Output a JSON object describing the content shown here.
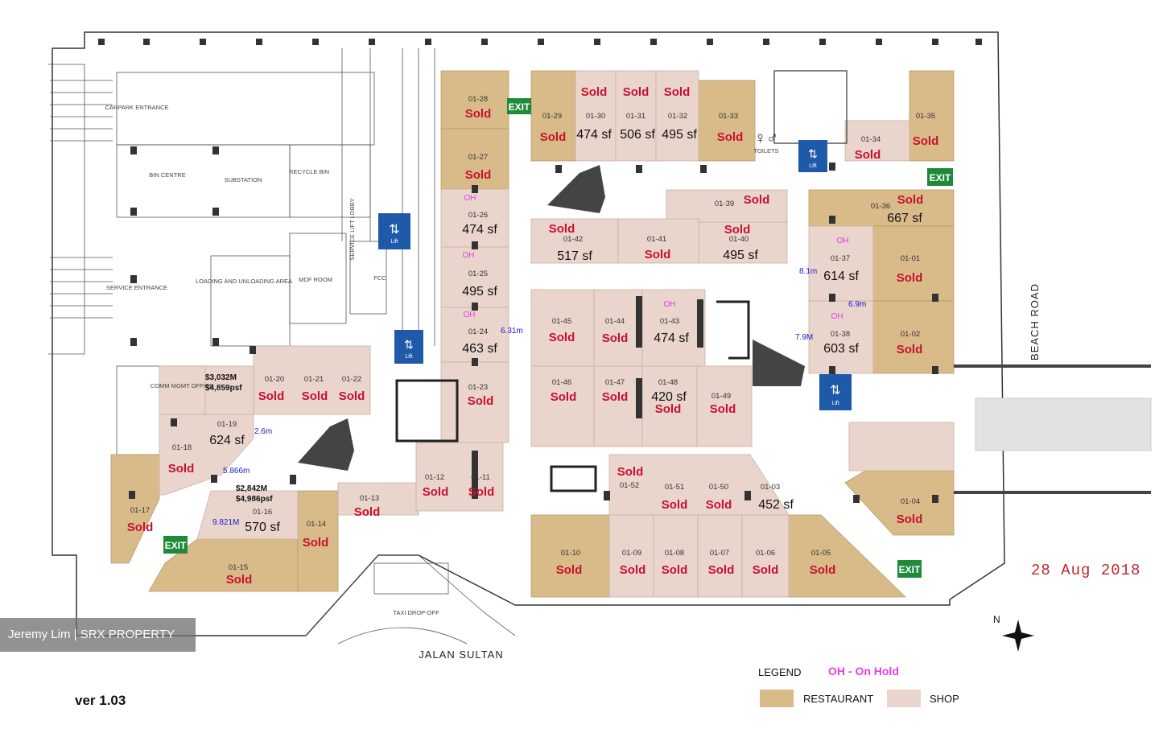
{
  "colors": {
    "restaurant": "#d9bb8a",
    "shop": "#ead5cc",
    "sold": "#c8102e",
    "on_hold": "#e040e0",
    "dimension": "#1a1acc",
    "lift": "#1e5aa8",
    "exit": "#1e8a3a",
    "date": "#c0262e"
  },
  "labels": {
    "carpark_entrance": "CARPARK ENTRANCE",
    "service_entrance": "SERVICE ENTRANCE",
    "bin_centre": "BIN CENTRE",
    "substation": "SUBSTATION",
    "recycle_bin": "RECYCLE BIN",
    "loading_area": "LOADING AND UNLOADING AREA",
    "mdf_room": "MDF ROOM",
    "fcc": "FCC",
    "service_lift_lobby": "SERVICE LIFT LOBBY",
    "comm_mgmt_office": "COMM MGMT OFFICE",
    "taxi_drop_off": "TAXI DROP-OFF",
    "toilets": "TOILETS",
    "lift": "Lift",
    "exit": "EXIT",
    "road_south": "JALAN SULTAN",
    "road_east": "BEACH ROAD",
    "north": "N"
  },
  "units": [
    {
      "id": "01-28",
      "status": "Sold",
      "type": "restaurant"
    },
    {
      "id": "01-27",
      "status": "Sold",
      "type": "restaurant"
    },
    {
      "id": "01-26",
      "size": "474 sf",
      "hold": "OH",
      "type": "shop"
    },
    {
      "id": "01-25",
      "size": "495 sf",
      "hold": "OH",
      "type": "shop"
    },
    {
      "id": "01-24",
      "size": "463 sf",
      "hold": "OH",
      "type": "shop"
    },
    {
      "id": "01-23",
      "status": "Sold",
      "type": "shop"
    },
    {
      "id": "01-29",
      "status": "Sold",
      "type": "restaurant"
    },
    {
      "id": "01-30",
      "status": "Sold",
      "size": "474 sf",
      "type": "shop"
    },
    {
      "id": "01-31",
      "status": "Sold",
      "size": "506 sf",
      "type": "shop"
    },
    {
      "id": "01-32",
      "status": "Sold",
      "size": "495 sf",
      "type": "shop"
    },
    {
      "id": "01-33",
      "status": "Sold",
      "type": "restaurant"
    },
    {
      "id": "01-34",
      "status": "Sold",
      "type": "shop"
    },
    {
      "id": "01-35",
      "status": "Sold",
      "type": "restaurant"
    },
    {
      "id": "01-39",
      "status": "Sold",
      "type": "shop"
    },
    {
      "id": "01-42",
      "status": "Sold",
      "size": "517 sf",
      "type": "shop"
    },
    {
      "id": "01-41",
      "status": "Sold",
      "type": "shop"
    },
    {
      "id": "01-40",
      "status": "Sold",
      "size": "495 sf",
      "type": "shop"
    },
    {
      "id": "01-36",
      "status": "Sold",
      "size": "667 sf",
      "type": "restaurant"
    },
    {
      "id": "01-37",
      "size": "614 sf",
      "hold": "OH",
      "type": "shop"
    },
    {
      "id": "01-01",
      "status": "Sold",
      "type": "restaurant"
    },
    {
      "id": "01-38",
      "size": "603 sf",
      "hold": "OH",
      "type": "shop"
    },
    {
      "id": "01-02",
      "status": "Sold",
      "type": "restaurant"
    },
    {
      "id": "01-45",
      "status": "Sold",
      "type": "shop"
    },
    {
      "id": "01-44",
      "status": "Sold",
      "type": "shop"
    },
    {
      "id": "01-43",
      "size": "474 sf",
      "hold": "OH",
      "type": "shop"
    },
    {
      "id": "01-46",
      "status": "Sold",
      "type": "shop"
    },
    {
      "id": "01-47",
      "status": "Sold",
      "type": "shop"
    },
    {
      "id": "01-48",
      "size": "420 sf",
      "status": "Sold",
      "type": "shop"
    },
    {
      "id": "01-49",
      "status": "Sold",
      "type": "shop"
    },
    {
      "id": "01-20",
      "status": "Sold",
      "type": "shop"
    },
    {
      "id": "01-21",
      "status": "Sold",
      "type": "shop"
    },
    {
      "id": "01-22",
      "status": "Sold",
      "type": "shop"
    },
    {
      "id": "01-19",
      "size": "624 sf",
      "type": "shop"
    },
    {
      "id": "01-18",
      "status": "Sold",
      "type": "shop"
    },
    {
      "id": "01-17",
      "status": "Sold",
      "type": "restaurant"
    },
    {
      "id": "01-16",
      "size": "570 sf",
      "type": "shop"
    },
    {
      "id": "01-15",
      "status": "Sold",
      "type": "restaurant"
    },
    {
      "id": "01-14",
      "status": "Sold",
      "type": "restaurant"
    },
    {
      "id": "01-13",
      "status": "Sold",
      "type": "shop"
    },
    {
      "id": "01-12",
      "status": "Sold",
      "type": "shop"
    },
    {
      "id": "01-11",
      "status": "Sold",
      "type": "shop"
    },
    {
      "id": "01-10",
      "status": "Sold",
      "type": "restaurant"
    },
    {
      "id": "01-09",
      "status": "Sold",
      "type": "shop"
    },
    {
      "id": "01-08",
      "status": "Sold",
      "type": "shop"
    },
    {
      "id": "01-07",
      "status": "Sold",
      "type": "shop"
    },
    {
      "id": "01-06",
      "status": "Sold",
      "type": "shop"
    },
    {
      "id": "01-05",
      "status": "Sold",
      "type": "restaurant"
    },
    {
      "id": "01-04",
      "status": "Sold",
      "type": "restaurant"
    },
    {
      "id": "01-03",
      "size": "452 sf",
      "type": "shop"
    },
    {
      "id": "01-52",
      "status": "Sold",
      "type": "shop"
    },
    {
      "id": "01-51",
      "status": "Sold",
      "type": "shop"
    },
    {
      "id": "01-50",
      "status": "Sold",
      "type": "shop"
    }
  ],
  "prices": {
    "p1_total": "$3,032M",
    "p1_psf": "$4,859psf",
    "p2_total": "$2,842M",
    "p2_psf": "$4,986psf"
  },
  "dimensions": {
    "d1": "6.31m",
    "d2": "2.6m",
    "d3": "5.866m",
    "d4": "9.821M",
    "d5": "8.1m",
    "d6": "6.9m",
    "d7": "7.9M"
  },
  "legend": {
    "title": "LEGEND",
    "on_hold": "OH - On Hold",
    "restaurant": "RESTAURANT",
    "shop": "SHOP"
  },
  "watermark": "Jeremy Lim | SRX PROPERTY",
  "version": "ver 1.03",
  "date": "28 Aug 2018"
}
